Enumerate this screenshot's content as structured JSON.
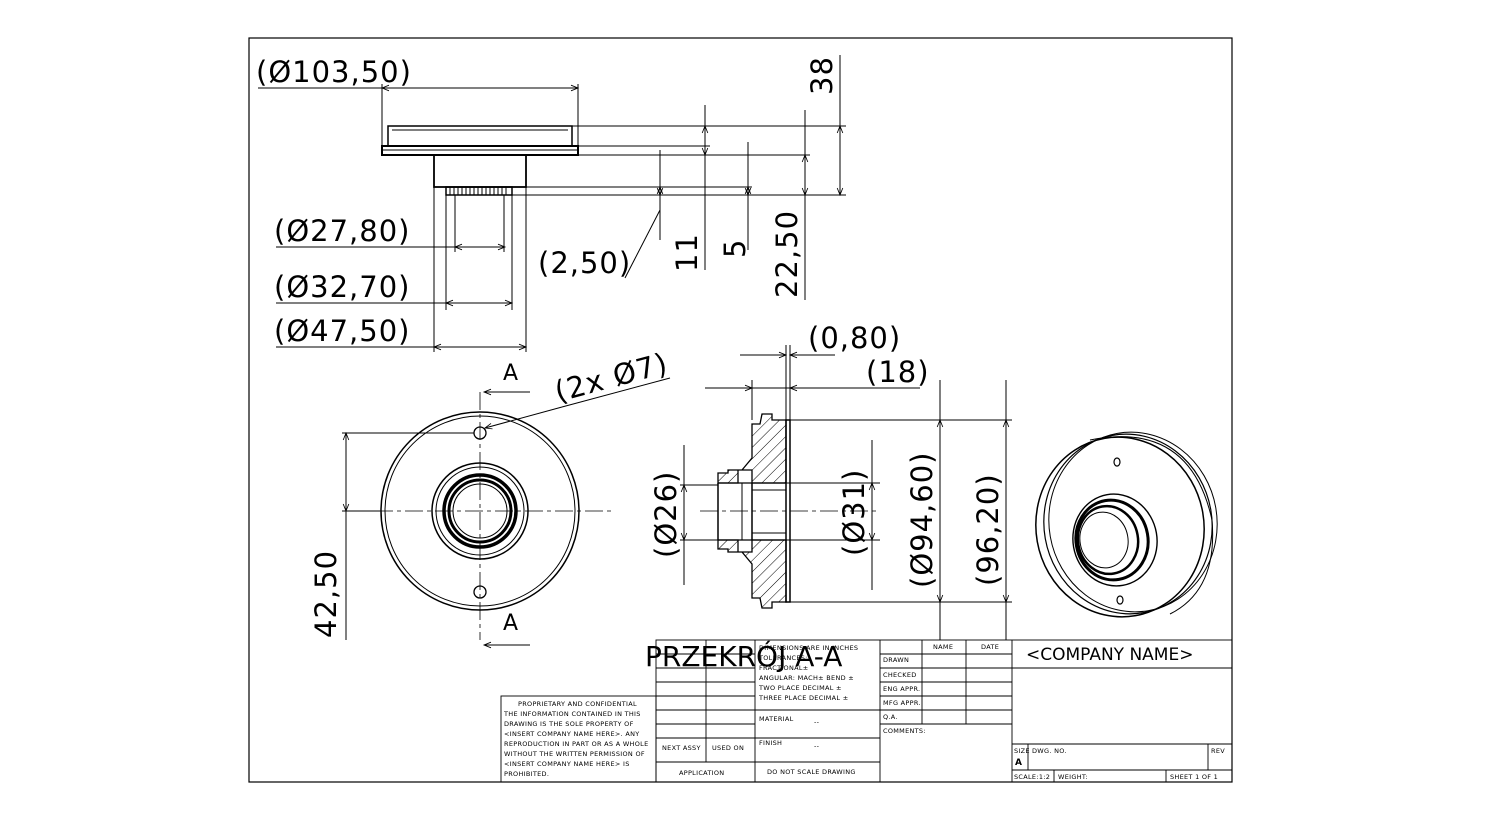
{
  "dimensions": {
    "d_103_50": "(Ø103,50)",
    "d_38": "38",
    "d_27_80": "(Ø27,80)",
    "d_32_70": "(Ø32,70)",
    "d_47_50": "(Ø47,50)",
    "d_2_50": "(2,50)",
    "d_11": "11",
    "d_5": "5",
    "d_22_50": "22,50",
    "d_0_80": "(0,80)",
    "d_18": "(18)",
    "d_2x7": "(2x Ø7)",
    "d_26": "(Ø26)",
    "d_31": "(Ø31)",
    "d_94_60": "(Ø94,60)",
    "d_96_20": "(96,20)",
    "d_42_50": "42,50"
  },
  "section": {
    "marker_top": "A",
    "marker_bottom": "A",
    "title": "PRZEKRÓJ A-A"
  },
  "title_block": {
    "company": "<COMPANY NAME>",
    "proprietary": [
      "PROPRIETARY AND CONFIDENTIAL",
      "THE INFORMATION CONTAINED IN THIS",
      "DRAWING IS THE SOLE PROPERTY OF",
      "<INSERT COMPANY NAME HERE>. ANY",
      "REPRODUCTION IN PART OR AS A WHOLE",
      "WITHOUT THE WRITTEN PERMISSION OF",
      "<INSERT COMPANY NAME HERE> IS",
      "PROHIBITED."
    ],
    "tolerances": [
      "DIMENSIONS ARE IN INCHES",
      "TOLERANCES:",
      "FRACTIONAL±",
      "ANGULAR: MACH±  BEND ±",
      "TWO PLACE DECIMAL  ±",
      "THREE PLACE DECIMAL  ±"
    ],
    "name_header": "NAME",
    "date_header": "DATE",
    "rows": [
      "DRAWN",
      "CHECKED",
      "ENG APPR.",
      "MFG APPR.",
      "Q.A.",
      "COMMENTS:"
    ],
    "material": "MATERIAL",
    "finish": "FINISH",
    "material_value": "--",
    "finish_value": "--",
    "next_assy": "NEXT ASSY",
    "used_on": "USED ON",
    "application": "APPLICATION",
    "do_not_scale": "DO NOT SCALE DRAWING",
    "size_label": "SIZE",
    "size_value": "A",
    "dwg_no": "DWG.  NO.",
    "rev": "REV",
    "scale": "SCALE:1:2",
    "weight": "WEIGHT:",
    "sheet": "SHEET 1 OF 1"
  }
}
